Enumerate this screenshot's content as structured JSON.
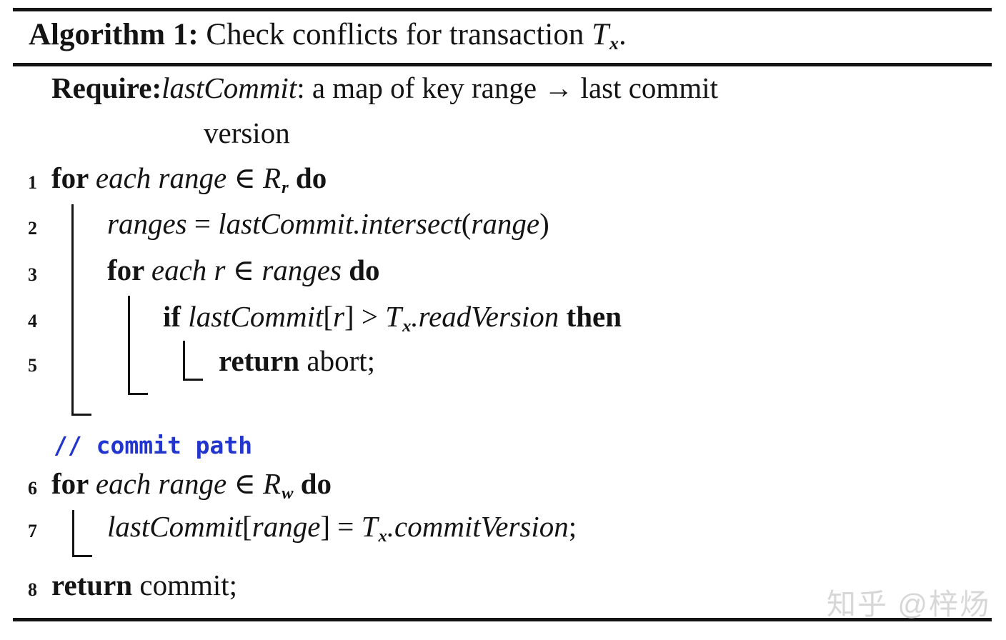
{
  "colors": {
    "text": "#141414",
    "rule": "#141414",
    "comment_blue": "#2335cf",
    "watermark_gray": "#d7d7d7"
  },
  "caption": {
    "segments": [
      {
        "t": "b",
        "x": "Algorithm 1:"
      },
      {
        "t": "p",
        "x": " Check conflicts for transaction "
      },
      {
        "t": "i",
        "x": "T"
      },
      {
        "t": "s",
        "x": "x"
      },
      {
        "t": "p",
        "x": "."
      }
    ]
  },
  "require": {
    "line1": [
      {
        "t": "b",
        "x": "Require:"
      },
      {
        "t": "i",
        "x": "lastCommit"
      },
      {
        "t": "p",
        "x": ": a map of key range "
      },
      {
        "t": "p",
        "x": "→"
      },
      {
        "t": "p",
        "x": " last commit"
      }
    ],
    "line2": [
      {
        "t": "p",
        "x": "version"
      }
    ]
  },
  "lines": [
    {
      "num": "1",
      "indent": 0,
      "segments": [
        {
          "t": "b",
          "x": "for "
        },
        {
          "t": "i",
          "x": "each range "
        },
        {
          "t": "p",
          "x": "∈ "
        },
        {
          "t": "i",
          "x": "R"
        },
        {
          "t": "s",
          "x": "r"
        },
        {
          "t": "p",
          "x": " "
        },
        {
          "t": "b",
          "x": "do"
        }
      ]
    },
    {
      "num": "2",
      "indent": 1,
      "segments": [
        {
          "t": "i",
          "x": "ranges "
        },
        {
          "t": "p",
          "x": "= "
        },
        {
          "t": "i",
          "x": "lastCommit.intersect"
        },
        {
          "t": "p",
          "x": "("
        },
        {
          "t": "i",
          "x": "range"
        },
        {
          "t": "p",
          "x": ")"
        }
      ]
    },
    {
      "num": "3",
      "indent": 1,
      "segments": [
        {
          "t": "b",
          "x": "for "
        },
        {
          "t": "i",
          "x": "each r "
        },
        {
          "t": "p",
          "x": "∈ "
        },
        {
          "t": "i",
          "x": "ranges "
        },
        {
          "t": "b",
          "x": "do"
        }
      ]
    },
    {
      "num": "4",
      "indent": 2,
      "segments": [
        {
          "t": "b",
          "x": "if "
        },
        {
          "t": "i",
          "x": "lastCommit"
        },
        {
          "t": "p",
          "x": "["
        },
        {
          "t": "i",
          "x": "r"
        },
        {
          "t": "p",
          "x": "] > "
        },
        {
          "t": "i",
          "x": "T"
        },
        {
          "t": "s",
          "x": "x"
        },
        {
          "t": "i",
          "x": ".readVersion "
        },
        {
          "t": "b",
          "x": "then"
        }
      ]
    },
    {
      "num": "5",
      "indent": 3,
      "segments": [
        {
          "t": "b",
          "x": "return "
        },
        {
          "t": "p",
          "x": "abort;"
        }
      ]
    },
    {
      "num": "",
      "indent": 0,
      "comment": true,
      "segments": [
        {
          "t": "c",
          "x": "// commit path"
        }
      ]
    },
    {
      "num": "6",
      "indent": 0,
      "segments": [
        {
          "t": "b",
          "x": "for "
        },
        {
          "t": "i",
          "x": "each range "
        },
        {
          "t": "p",
          "x": "∈ "
        },
        {
          "t": "i",
          "x": "R"
        },
        {
          "t": "s",
          "x": "w"
        },
        {
          "t": "p",
          "x": " "
        },
        {
          "t": "b",
          "x": "do"
        }
      ]
    },
    {
      "num": "7",
      "indent": 1,
      "segments": [
        {
          "t": "i",
          "x": "lastCommit"
        },
        {
          "t": "p",
          "x": "["
        },
        {
          "t": "i",
          "x": "range"
        },
        {
          "t": "p",
          "x": "] = "
        },
        {
          "t": "i",
          "x": "T"
        },
        {
          "t": "s",
          "x": "x"
        },
        {
          "t": "i",
          "x": ".commitVersion"
        },
        {
          "t": "p",
          "x": ";"
        }
      ]
    },
    {
      "num": "8",
      "indent": 0,
      "segments": [
        {
          "t": "b",
          "x": "return "
        },
        {
          "t": "p",
          "x": "commit;"
        }
      ]
    }
  ],
  "watermark": "知乎 @梓炀"
}
